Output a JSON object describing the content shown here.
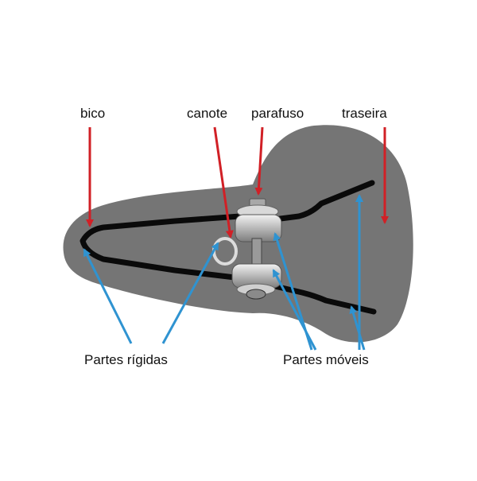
{
  "labels": {
    "bico": "bico",
    "canote": "canote",
    "parafuso": "parafuso",
    "traseira": "traseira",
    "partes_rigidas": "Partes rígidas",
    "partes_moveis": "Partes móveis"
  },
  "colors": {
    "seat": "#757575",
    "rail": "#0a0a0a",
    "arrow_red": "#d12026",
    "arrow_blue": "#2f93d1",
    "metal": "#c9c9c9"
  }
}
